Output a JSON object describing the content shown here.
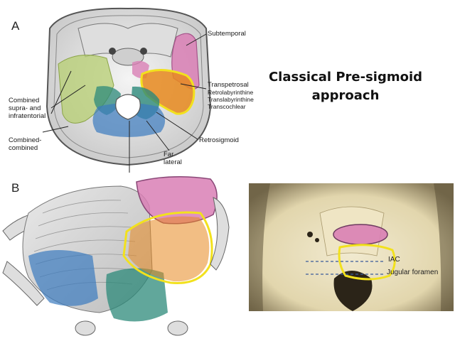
{
  "panels": {
    "a_letter": "A",
    "b_letter": "B"
  },
  "title": {
    "line1": "Classical Pre-sigmoid",
    "line2": "approach"
  },
  "figure_a_labels": {
    "subtemporal": "Subtemporal",
    "transpetrosal": "Transpetrosal",
    "retrolabyrinthine": "Retrolabyrinthine",
    "translabyrinthine": "Translabyrinthine",
    "transcochlear": "Transcochlear",
    "combined_supra_line1": "Combined",
    "combined_supra_line2": "supra- and",
    "combined_supra_line3": "infratentorial",
    "combined_combined_line1": "Combined-",
    "combined_combined_line2": "combined",
    "retrosigmoid": "Retrosigmoid",
    "far_lateral_line1": "Far",
    "far_lateral_line2": "lateral"
  },
  "photo_labels": {
    "iac": "IAC",
    "jugular_foramen": "Jugular foramen"
  },
  "colors": {
    "subtemporal_region": "#d97fb5",
    "transpetrosal_outline": "#f2e11d",
    "transpetrosal_fill": "#e8891f",
    "combined_region": "#b7cf72",
    "retrosigmoid_region": "#2c8a7a",
    "far_lateral_region": "#3a7bbf",
    "bone_photo": "#e6dcb8"
  }
}
